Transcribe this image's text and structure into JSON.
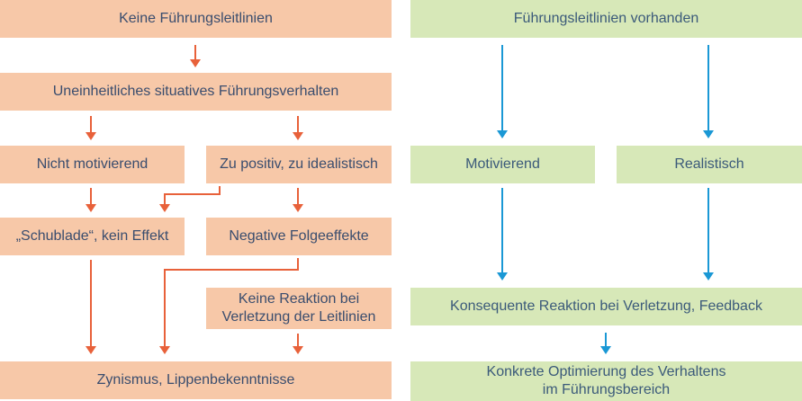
{
  "left": {
    "title": "Keine Führungsleitlinien",
    "uneinheitlich": "Uneinheitliches situatives Führungsverhalten",
    "nicht_motivierend": "Nicht motivierend",
    "zu_positiv": "Zu positiv, zu idealistisch",
    "schublade": "„Schublade“, kein Effekt",
    "negative": "Negative Folgeeffekte",
    "keine_reaktion_1": "Keine Reaktion bei",
    "keine_reaktion_2": "Verletzung der Leitlinien",
    "zynismus": "Zynismus, Lippenbekenntnisse"
  },
  "right": {
    "title": "Führungsleitlinien vorhanden",
    "motivierend": "Motivierend",
    "realistisch": "Realistisch",
    "konsequente": "Konsequente Reaktion bei Verletzung, Feedback",
    "optimierung_1": "Konkrete Optimierung des Verhaltens",
    "optimierung_2": "im Führungsbereich"
  },
  "colors": {
    "left_box": "#f7c8a8",
    "right_box": "#d7e8b8",
    "left_arrow": "#e8613a",
    "right_arrow": "#1a98d5",
    "text": "#3a4d6e"
  }
}
